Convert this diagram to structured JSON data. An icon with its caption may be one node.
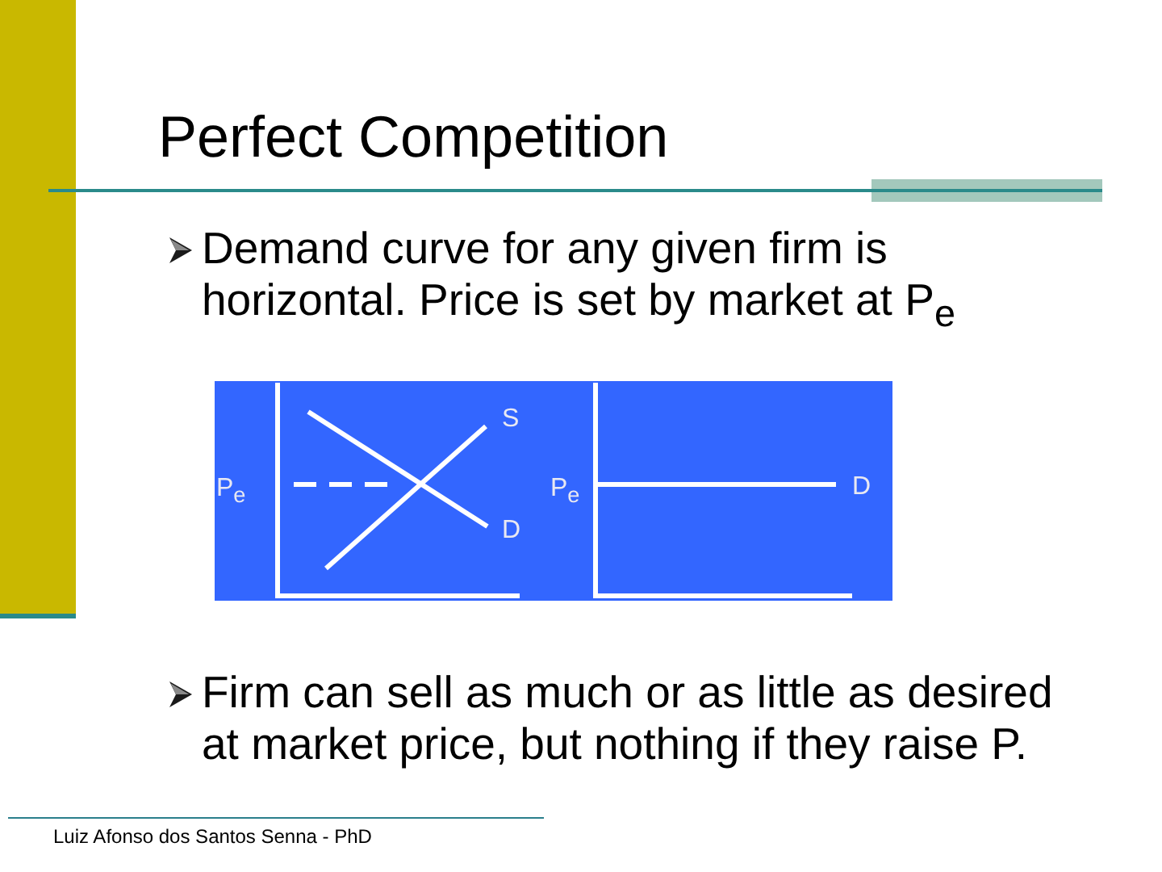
{
  "diagram": {
    "title": "Perfect Competition",
    "labels": [
      "Demand curve for any given firm is horizontal. Price is set by market at P$_{e}$",
      "S",
      "P$_{e}$",
      "P$_{e}$",
      "D",
      "D",
      "Firm can sell as much or as little as desired at market price, but nothing if they raise P.",
      "Luiz Afonso dos Santos Senna - PhD"
    ]
  }
}
